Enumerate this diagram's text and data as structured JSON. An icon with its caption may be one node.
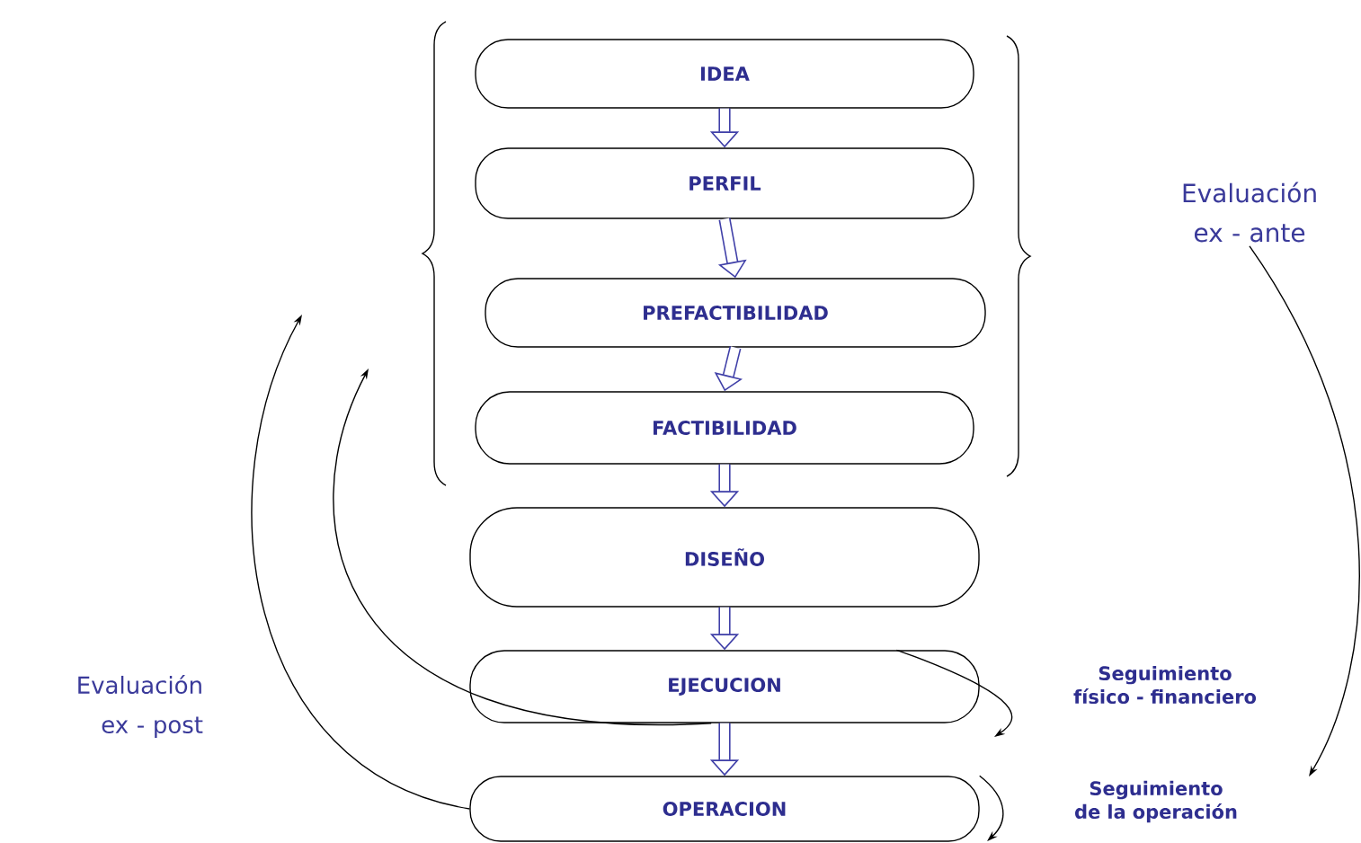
{
  "diagram": {
    "nodes": [
      {
        "text": [
          "IDEA"
        ]
      },
      {
        "text": [
          "PERFIL"
        ]
      },
      {
        "text": [
          "PREFACTIBILIDAD"
        ]
      },
      {
        "text": [
          "FACTIBILIDAD"
        ]
      },
      {
        "text": [
          "DISEÑO"
        ]
      },
      {
        "text": [
          "EJECUCION"
        ]
      },
      {
        "text": [
          "OPERACION"
        ]
      },
      {
        "text": [
          "Evaluación ex - ante"
        ]
      }
    ],
    "edges": [
      {
        "from": 0,
        "to": 1,
        "arrow": "to"
      },
      {
        "from": 1,
        "to": 2,
        "arrow": "to"
      },
      {
        "from": 2,
        "to": 3,
        "arrow": "to"
      },
      {
        "from": 3,
        "to": 4,
        "arrow": "to"
      },
      {
        "from": 4,
        "to": 5,
        "arrow": "to"
      },
      {
        "from": 5,
        "to": 6,
        "arrow": "to"
      },
      {
        "from": 6,
        "to": null,
        "arrow": "to",
        "color": "#000000"
      },
      {
        "from": 5,
        "to": null,
        "arrow": "to",
        "color": "#000000"
      },
      {
        "from": 7,
        "to": null,
        "arrow": "to",
        "color": "#000000"
      },
      {
        "from": 5,
        "to": null,
        "arrow": "to",
        "color": "#000000"
      },
      {
        "from": 6,
        "to": null,
        "arrow": "to",
        "color": "#000000"
      }
    ],
    "labels": [
      "Evaluación ex - post",
      "Seguimiento físico - financiero",
      "Seguimiento de la operación"
    ]
  }
}
